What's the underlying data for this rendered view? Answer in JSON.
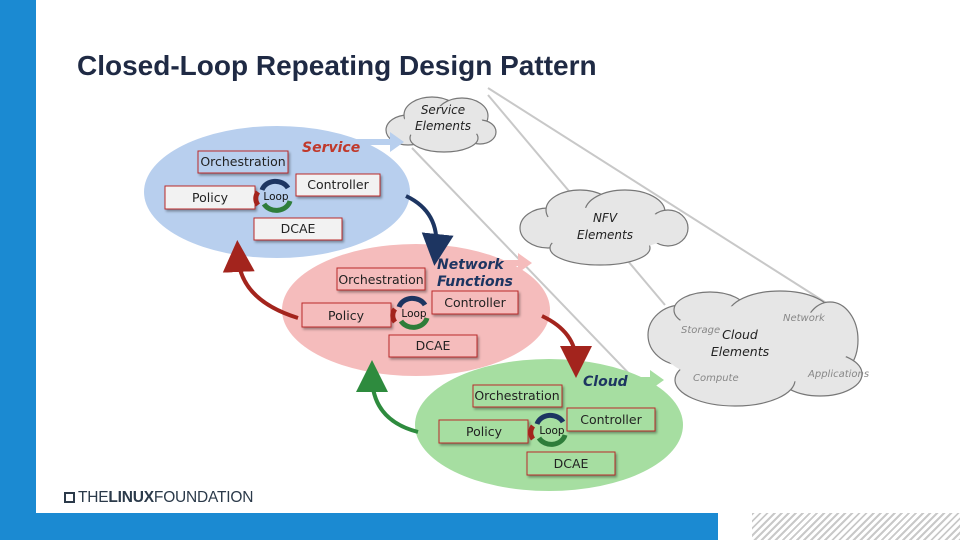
{
  "title": "Closed-Loop Repeating Design Pattern",
  "footer_logo": {
    "prefix": "THE",
    "bold": "LINUX",
    "suffix": "FOUNDATION"
  },
  "levels": {
    "service": {
      "heading": "Service",
      "orchestration": "Orchestration",
      "policy": "Policy",
      "loop": "Loop",
      "controller": "Controller",
      "dcae": "DCAE",
      "cloud_label": "Service Elements",
      "color": "#b8cfee"
    },
    "network": {
      "heading": "Network Functions",
      "orchestration": "Orchestration",
      "policy": "Policy",
      "loop": "Loop",
      "controller": "Controller",
      "dcae": "DCAE",
      "cloud_label": "NFV Elements",
      "color": "#f5bcbc"
    },
    "cloud": {
      "heading": "Cloud",
      "orchestration": "Orchestration",
      "policy": "Policy",
      "loop": "Loop",
      "controller": "Controller",
      "dcae": "DCAE",
      "cloud_label": "Cloud Elements",
      "color": "#a6dea1"
    }
  },
  "cloud_resources": {
    "storage": "Storage",
    "network": "Network",
    "compute": "Compute",
    "applications": "Applications"
  },
  "colors": {
    "accent_blue": "#1b8ad2",
    "arrow_navy": "#1d3561",
    "arrow_darkred": "#a3241d",
    "arrow_green": "#2e8b3e",
    "box_fill": "#f2f2f2",
    "box_border": "#bb2a2a"
  }
}
